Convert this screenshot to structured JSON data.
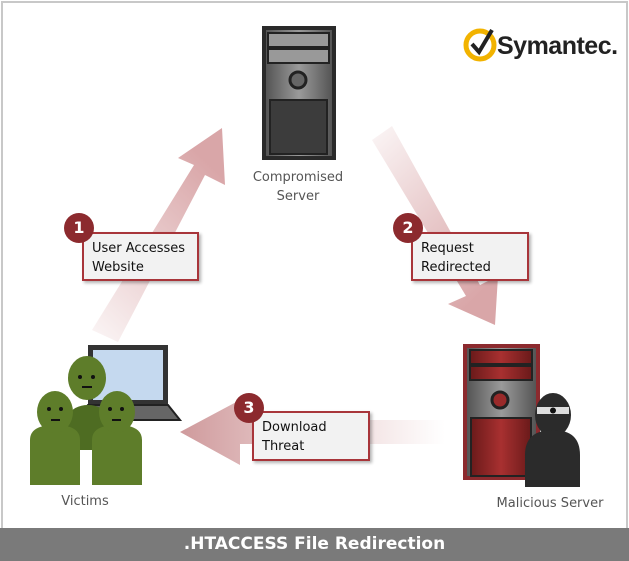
{
  "logo": {
    "text": "Symantec."
  },
  "nodes": {
    "compromised_server": "Compromised Server",
    "malicious_server": "Malicious Server",
    "victims": "Victims"
  },
  "steps": [
    {
      "number": "1",
      "label": "User Accesses Website",
      "line1": "User Accesses",
      "line2": "Website"
    },
    {
      "number": "2",
      "label": "Request Redirected",
      "line1": "Request",
      "line2": "Redirected"
    },
    {
      "number": "3",
      "label": "Download Threat",
      "line1": "Download",
      "line2": "Threat"
    }
  ],
  "footer": {
    "title": ".HTACCESS File Redirection"
  },
  "colors": {
    "accent": "#8c2a2e",
    "arrow": "#d4a0a2",
    "victim": "#5e7d2a",
    "footer": "#7a7a7a"
  }
}
